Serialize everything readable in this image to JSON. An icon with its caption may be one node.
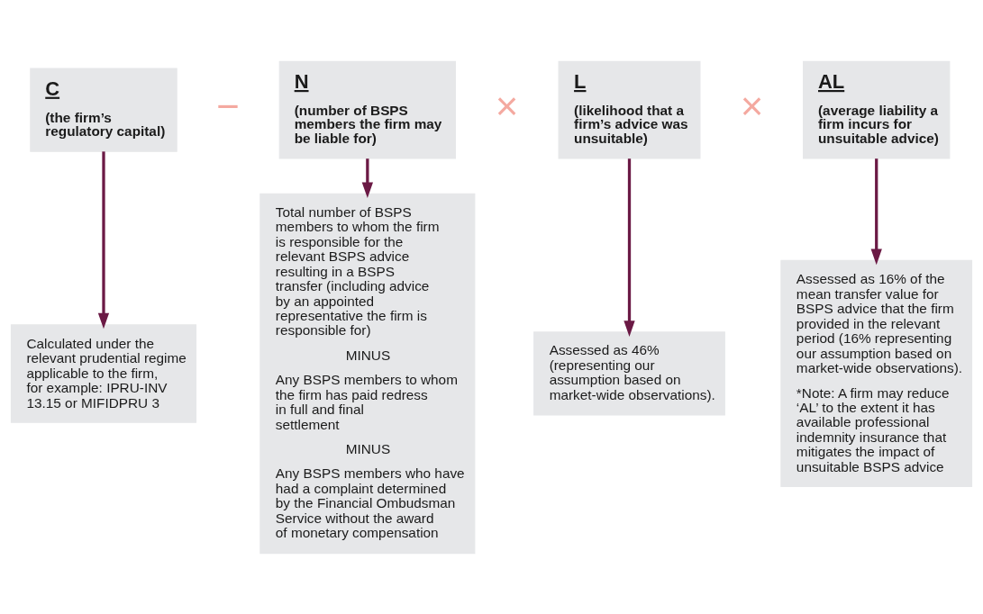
{
  "diagram": {
    "nodes": [
      {
        "text": [
          "C",
          "(the firm’s regulatory capital)"
        ]
      },
      {
        "text": [
          "N",
          "(number of BSPS members the firm may be liable for)"
        ]
      },
      {
        "text": [
          "L",
          "(likelihood that a firm’s advice was unsuitable)"
        ]
      },
      {
        "text": [
          "AL",
          "(average liability a firm incurs for unsuitable advice)"
        ]
      },
      {
        "text": [
          "Calculated under the relevant prudential regime applicable to the firm, for example: IPRU-INV 13.15 or MIFIDPRU 3"
        ]
      },
      {
        "text": [
          "Total number of BSPS members to whom the firm is responsible for the relevant BSPS advice resulting in a BSPS transfer (including advice by an appointed representative the firm is responsible for)",
          "MINUS",
          "Any BSPS members to whom the firm has paid redress in full and final settlement",
          "MINUS",
          "Any BSPS members who have had a complaint determined by the Financial Ombudsman Service without the award of monetary compensation"
        ]
      },
      {
        "text": [
          "Assessed as 46% (representing our assumption based on market-wide observations)."
        ]
      },
      {
        "text": [
          "Assessed as 16% of the mean transfer value for BSPS advice that the firm provided in the relevant period (16% representing our assumption based on market-wide observations).",
          "*Note: A firm may reduce ‘AL’ to the extent it has available professional indemnity insurance that mitigates the impact of unsuitable BSPS advice"
        ]
      }
    ],
    "edges": [
      {
        "from": 0,
        "to": 4,
        "arrow": "to"
      },
      {
        "from": 1,
        "to": 5,
        "arrow": "to"
      },
      {
        "from": 2,
        "to": 6,
        "arrow": "to"
      },
      {
        "from": 3,
        "to": 7,
        "arrow": "to"
      }
    ],
    "labels": [
      "−",
      "×",
      "×"
    ]
  }
}
